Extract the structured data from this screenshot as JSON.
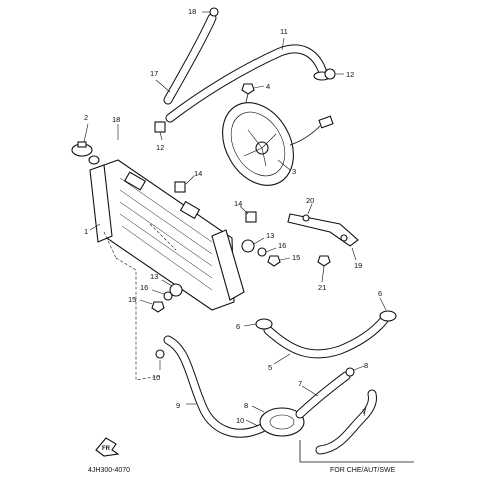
{
  "diagram": {
    "part_code": "4JH300-4070",
    "note": "FOR CHE/AUT/SWE",
    "front_marker": "FR",
    "callouts": [
      {
        "id": "c18a",
        "text": "18"
      },
      {
        "id": "c11",
        "text": "11"
      },
      {
        "id": "c17",
        "text": "17"
      },
      {
        "id": "c12a",
        "text": "12"
      },
      {
        "id": "c4",
        "text": "4"
      },
      {
        "id": "c2",
        "text": "2"
      },
      {
        "id": "c18b",
        "text": "18"
      },
      {
        "id": "c12b",
        "text": "12"
      },
      {
        "id": "c3",
        "text": "3"
      },
      {
        "id": "c14a",
        "text": "14"
      },
      {
        "id": "c1",
        "text": "1"
      },
      {
        "id": "c14b",
        "text": "14"
      },
      {
        "id": "c20",
        "text": "20"
      },
      {
        "id": "c13a",
        "text": "13"
      },
      {
        "id": "c16a",
        "text": "16"
      },
      {
        "id": "c15a",
        "text": "15"
      },
      {
        "id": "c19",
        "text": "19"
      },
      {
        "id": "c13b",
        "text": "13"
      },
      {
        "id": "c16b",
        "text": "16"
      },
      {
        "id": "c15b",
        "text": "15"
      },
      {
        "id": "c21",
        "text": "21"
      },
      {
        "id": "c6a",
        "text": "6"
      },
      {
        "id": "c6b",
        "text": "6"
      },
      {
        "id": "c5",
        "text": "5"
      },
      {
        "id": "c10a",
        "text": "10"
      },
      {
        "id": "c8a",
        "text": "8"
      },
      {
        "id": "c7a",
        "text": "7"
      },
      {
        "id": "c9",
        "text": "9"
      },
      {
        "id": "c8b",
        "text": "8"
      },
      {
        "id": "c7b",
        "text": "7"
      },
      {
        "id": "c10b",
        "text": "10"
      }
    ]
  }
}
